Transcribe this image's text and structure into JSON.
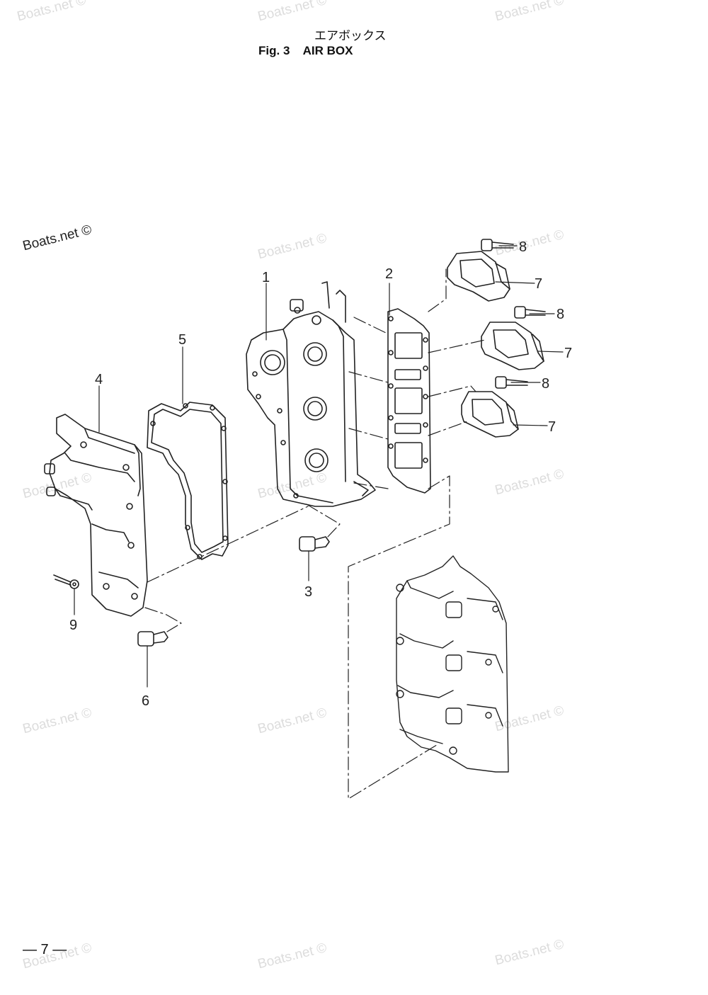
{
  "header": {
    "title_jp": "エアボックス",
    "title_en": "Fig. 3    AIR BOX"
  },
  "footer": {
    "page": "— 7 —"
  },
  "watermark": {
    "main": "Boats.net ©",
    "faint": "Boats.net ©"
  },
  "callouts": [
    "1",
    "2",
    "3",
    "4",
    "5",
    "6",
    "7",
    "8",
    "9"
  ],
  "colors": {
    "line": "#222222",
    "watermark": "#dcdcdc"
  }
}
